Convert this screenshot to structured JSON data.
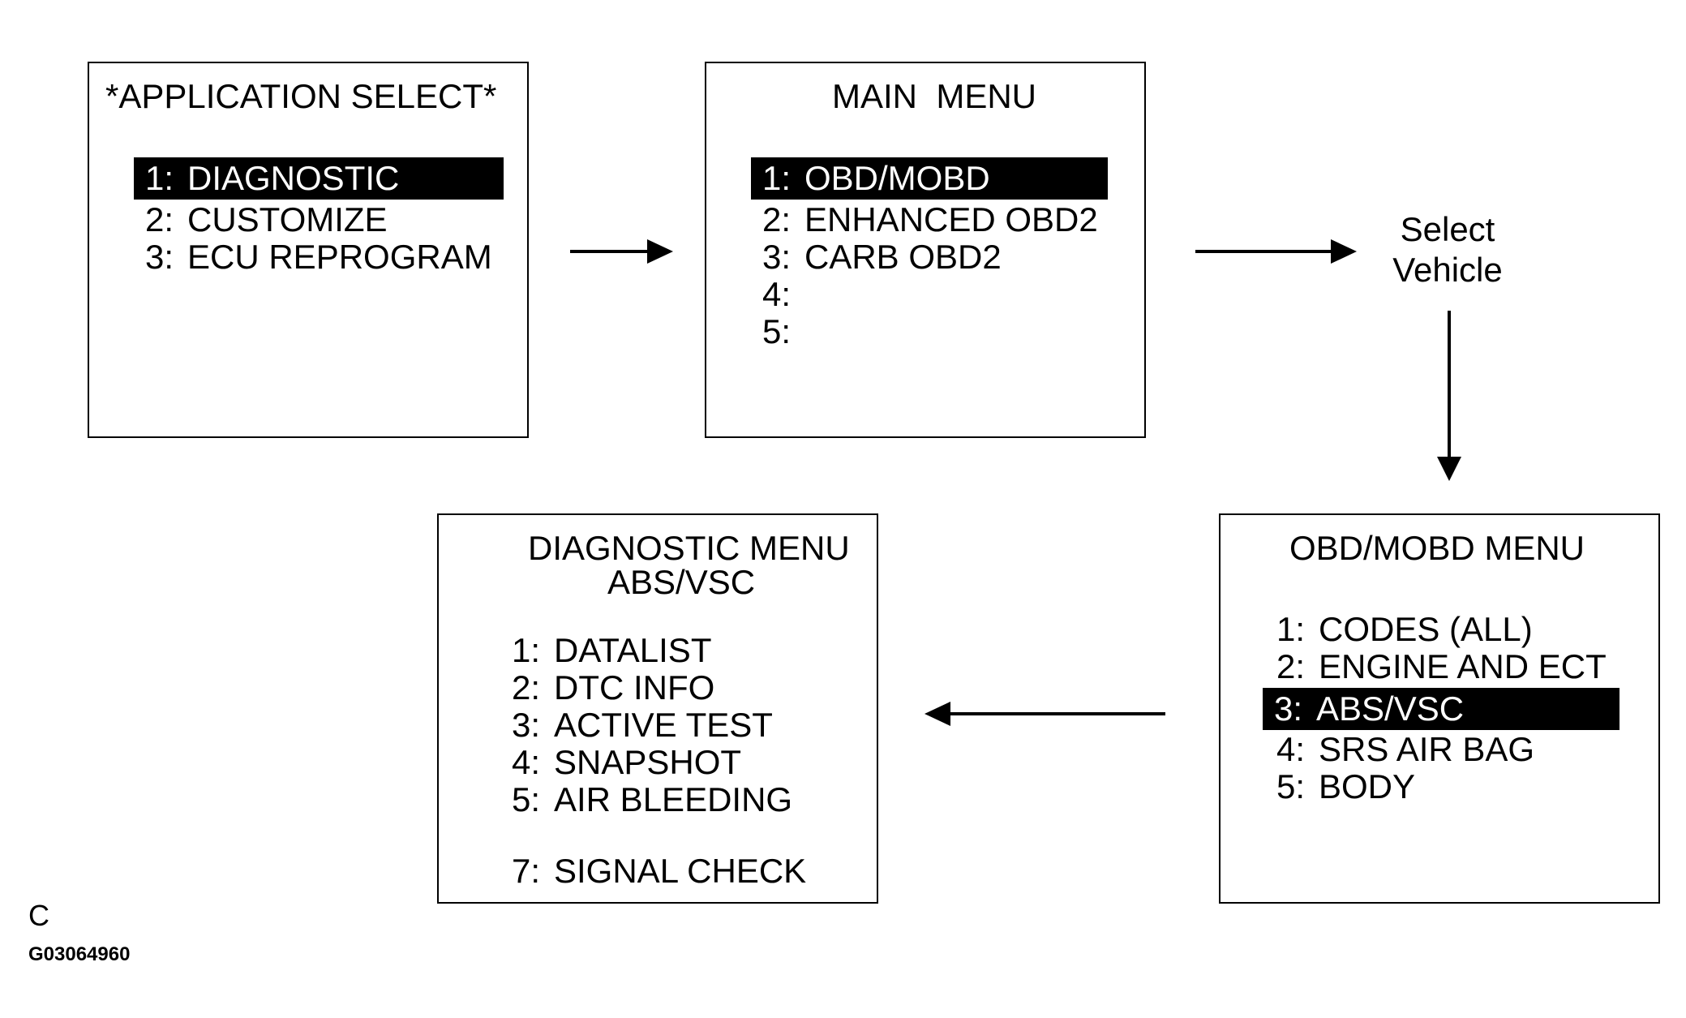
{
  "screens": {
    "application_select": {
      "title": "*APPLICATION SELECT*",
      "items": [
        {
          "num": "1:",
          "label": "DIAGNOSTIC",
          "selected": true
        },
        {
          "num": "2:",
          "label": "CUSTOMIZE",
          "selected": false
        },
        {
          "num": "3:",
          "label": "ECU REPROGRAM",
          "selected": false
        }
      ]
    },
    "main_menu": {
      "title": "MAIN  MENU",
      "items": [
        {
          "num": "1:",
          "label": "OBD/MOBD",
          "selected": true
        },
        {
          "num": "2:",
          "label": "ENHANCED OBD2",
          "selected": false
        },
        {
          "num": "3:",
          "label": "CARB OBD2",
          "selected": false
        },
        {
          "num": "4:",
          "label": "",
          "selected": false
        },
        {
          "num": "5:",
          "label": "",
          "selected": false
        }
      ]
    },
    "obd_mobd_menu": {
      "title": "OBD/MOBD MENU",
      "items": [
        {
          "num": "1:",
          "label": "CODES (ALL)",
          "selected": false
        },
        {
          "num": "2:",
          "label": "ENGINE AND ECT",
          "selected": false
        },
        {
          "num": "3:",
          "label": "ABS/VSC",
          "selected": true
        },
        {
          "num": "4:",
          "label": "SRS AIR BAG",
          "selected": false
        },
        {
          "num": "5:",
          "label": "BODY",
          "selected": false
        }
      ]
    },
    "diagnostic_menu": {
      "title": "DIAGNOSTIC MENU",
      "subtitle": "ABS/VSC",
      "items": [
        {
          "num": "1:",
          "label": "DATALIST",
          "selected": false
        },
        {
          "num": "2:",
          "label": "DTC INFO",
          "selected": false
        },
        {
          "num": "3:",
          "label": "ACTIVE TEST",
          "selected": false
        },
        {
          "num": "4:",
          "label": "SNAPSHOT",
          "selected": false
        },
        {
          "num": "5:",
          "label": "AIR BLEEDING",
          "selected": false
        },
        {
          "num": "7:",
          "label": "SIGNAL CHECK",
          "selected": false
        }
      ]
    }
  },
  "select_vehicle": {
    "line1": "Select",
    "line2": "Vehicle"
  },
  "footer": {
    "letter": "C",
    "code": "G03064960"
  },
  "colors": {
    "foreground": "#000000",
    "background": "#ffffff"
  }
}
